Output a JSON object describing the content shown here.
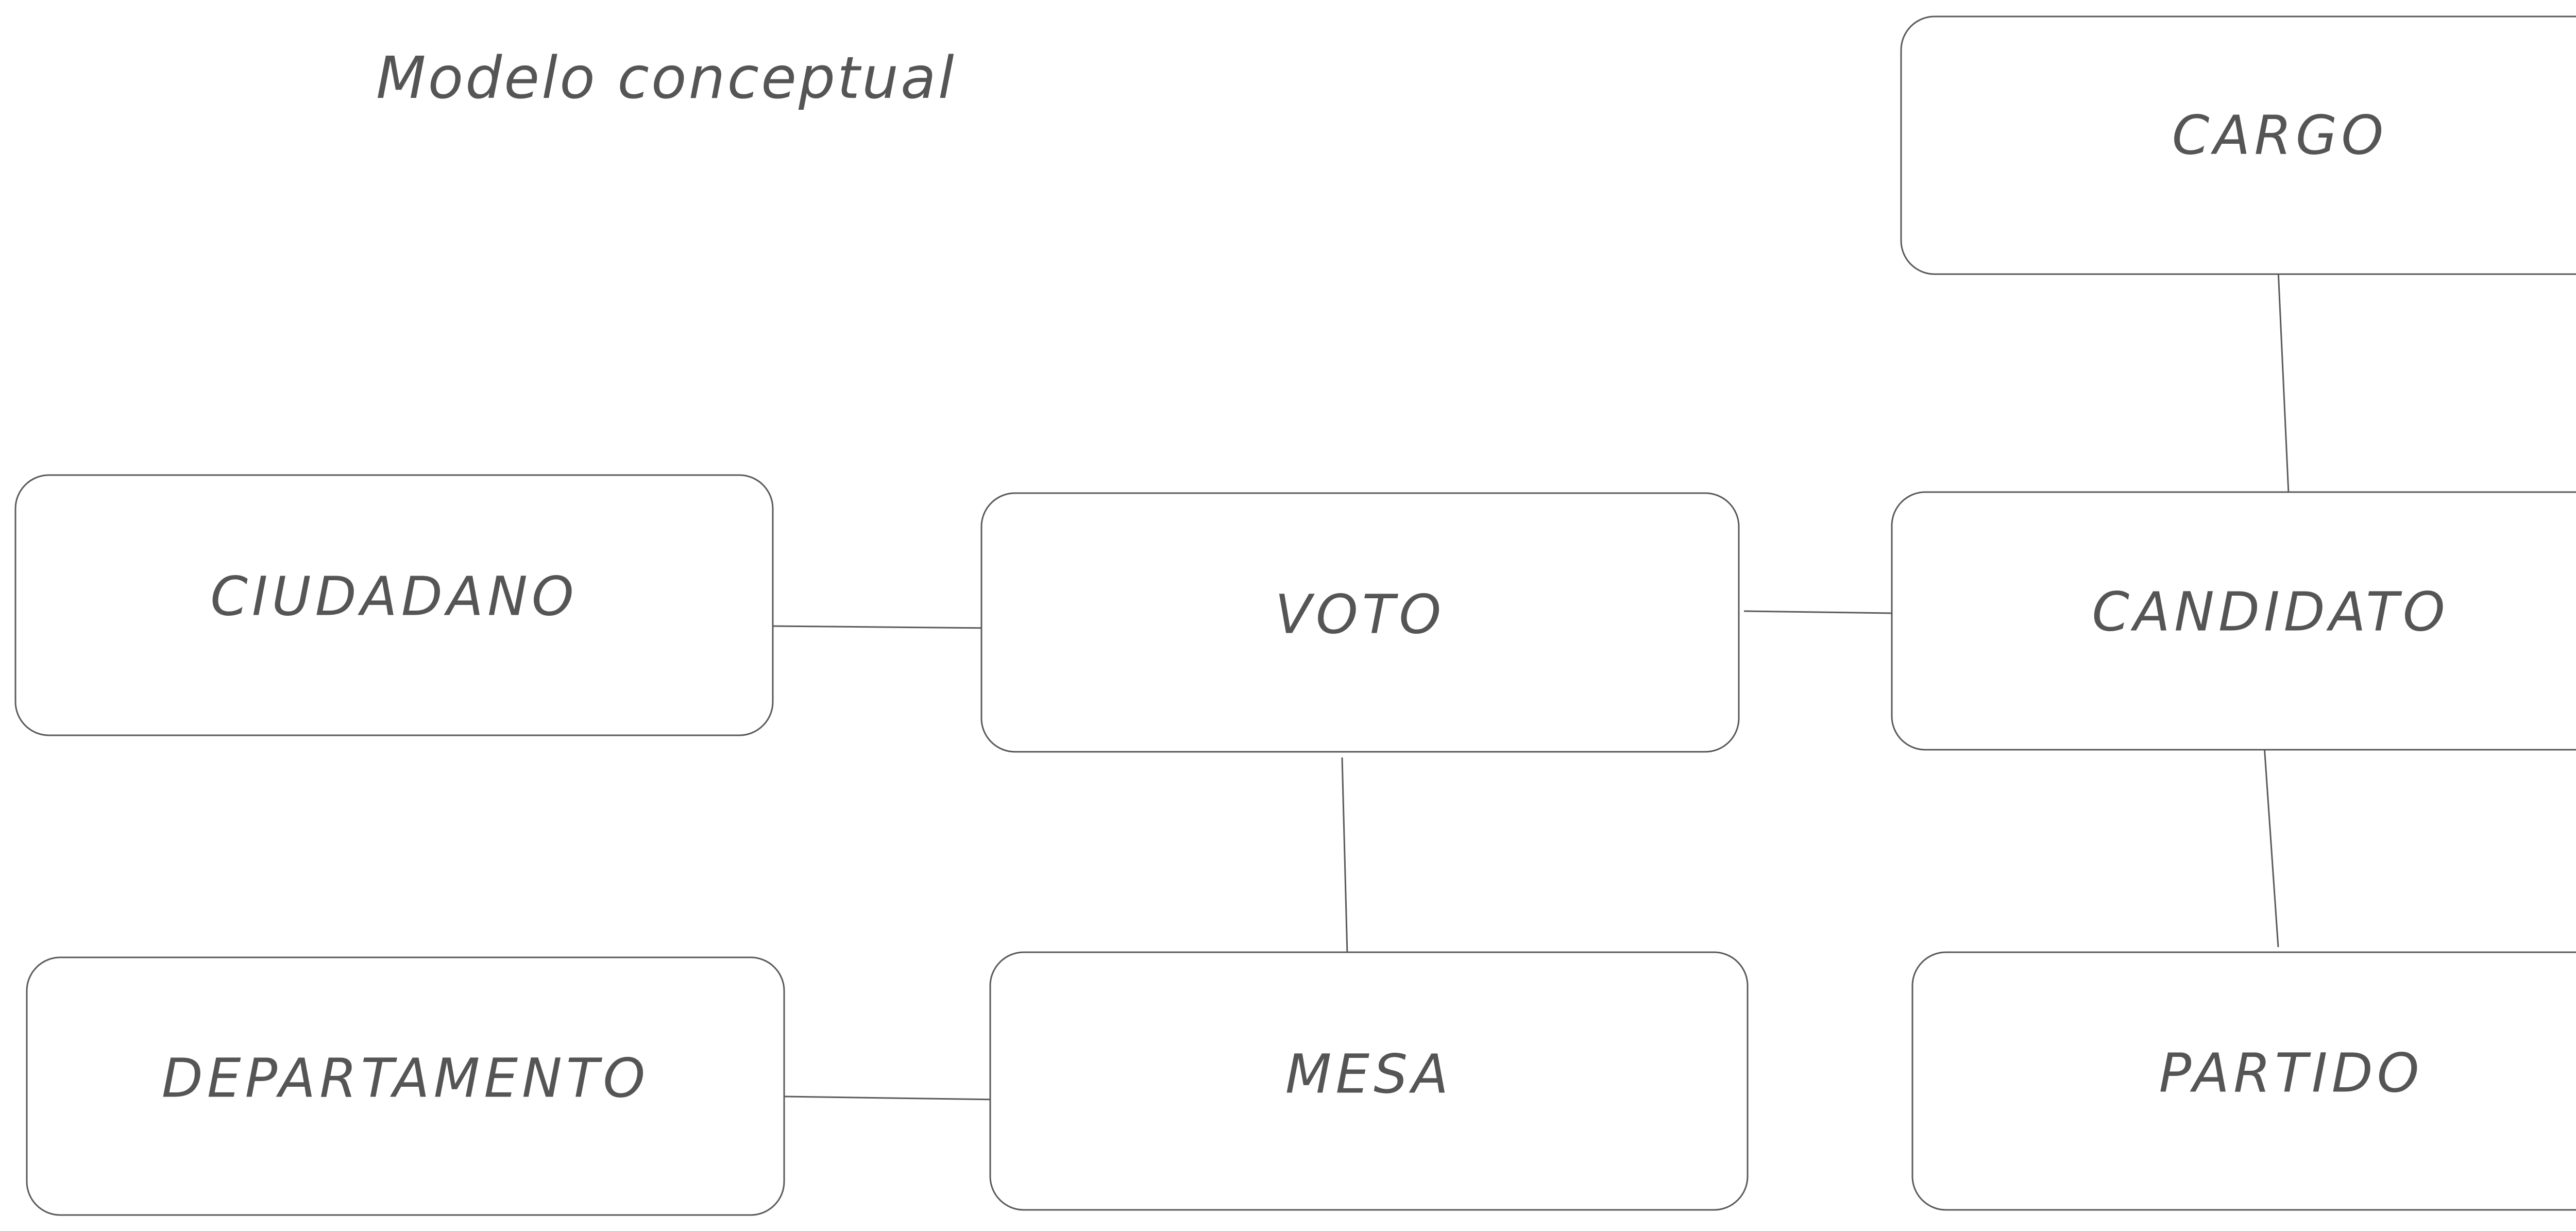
{
  "title": "Modelo conceptual",
  "entities": {
    "cargo": "CARGO",
    "ciudadano": "CIUDADANO",
    "voto": "VOTO",
    "candidato": "CANDIDATO",
    "departamento": "DEPARTAMENTO",
    "mesa": "MESA",
    "partido": "PARTIDO"
  },
  "relationships": [
    {
      "from": "CIUDADANO",
      "to": "VOTO"
    },
    {
      "from": "VOTO",
      "to": "CANDIDATO"
    },
    {
      "from": "CANDIDATO",
      "to": "CARGO"
    },
    {
      "from": "VOTO",
      "to": "MESA"
    },
    {
      "from": "CANDIDATO",
      "to": "PARTIDO"
    },
    {
      "from": "MESA",
      "to": "DEPARTAMENTO"
    }
  ],
  "colors": {
    "stroke": "#5a5a5a",
    "text": "#555555",
    "background": "#ffffff"
  }
}
